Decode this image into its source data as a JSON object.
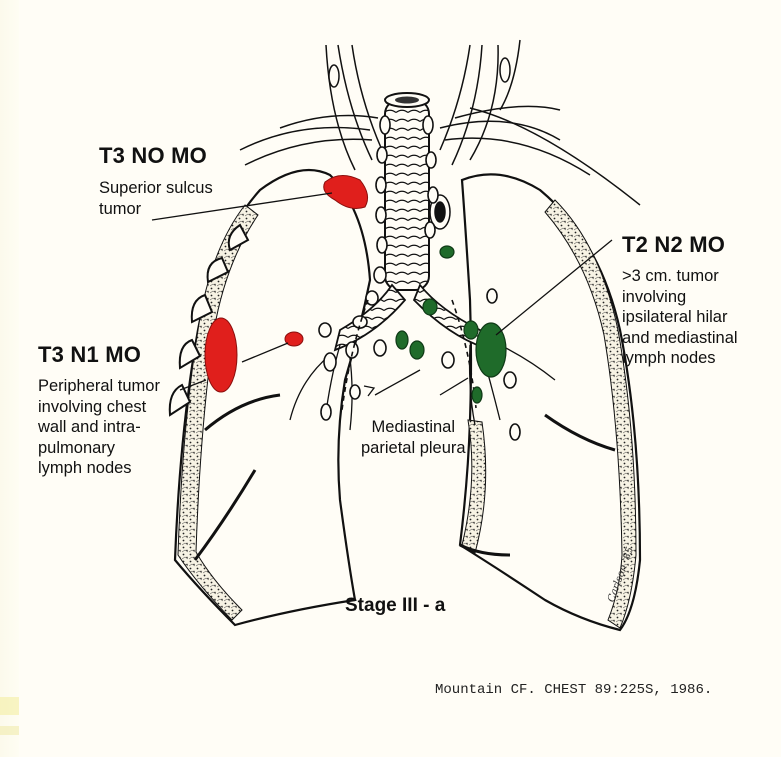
{
  "colors": {
    "tumor_red": "#e01f1c",
    "node_green": "#1f6b2a",
    "ink": "#111111",
    "paper": "#fffdf6"
  },
  "labels": {
    "t3n0m0": {
      "heading": "T3 NO MO",
      "lines": [
        "Superior sulcus",
        "tumor"
      ]
    },
    "t3n1m0": {
      "heading": "T3 N1 MO",
      "lines": [
        "Peripheral tumor",
        "involving chest",
        "wall and intra-",
        "pulmonary",
        "lymph nodes"
      ]
    },
    "t2n2m0": {
      "heading": "T2 N2 MO",
      "lines": [
        ">3 cm. tumor",
        "involving",
        "ipsilateral hilar",
        "and mediastinal",
        "lymph nodes"
      ]
    },
    "pleura": {
      "lines": [
        "Mediastinal",
        "parietal pleura"
      ]
    }
  },
  "stage_title": "Stage III - a",
  "citation": "Mountain CF. CHEST 89:225S, 1986.",
  "artist_signature": "Carlson '85"
}
